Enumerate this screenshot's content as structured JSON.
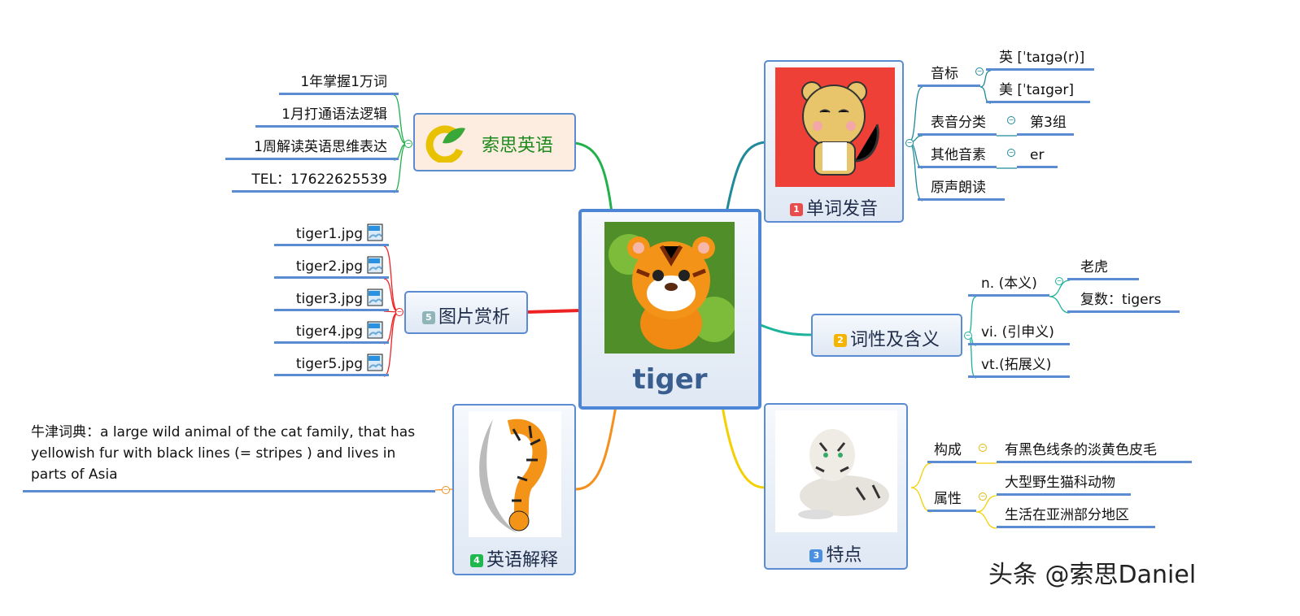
{
  "central": {
    "title": "tiger",
    "image": "cartoon-tiger-in-jungle"
  },
  "brand_node": {
    "label": "索思英语",
    "logo": "suosi-logo",
    "items": [
      "1年掌握1万词",
      "1月打通语法逻辑",
      "1周解读英语思维表达",
      "TEL：17622625539"
    ]
  },
  "topics": [
    {
      "number": "1",
      "label": "单词发音",
      "badge_color": "#e84c4c",
      "children": {
        "phonetic": {
          "label": "音标",
          "values": [
            "英 [ˈtaɪgə(r)]",
            "美 [ˈtaɪgər]"
          ]
        },
        "category": {
          "label": "表音分类",
          "value": "第3组"
        },
        "other": {
          "label": "其他音素",
          "value": "er"
        },
        "audio": {
          "label": "原声朗读"
        }
      }
    },
    {
      "number": "2",
      "label": "词性及含义",
      "badge_color": "#f5b400",
      "children": {
        "noun": {
          "label": "n. (本义)",
          "values": [
            "老虎",
            "复数：tigers"
          ]
        },
        "vi": {
          "label": "vi. (引申义)"
        },
        "vt": {
          "label": "vt.(拓展义)"
        }
      }
    },
    {
      "number": "3",
      "label": "特点",
      "badge_color": "#4a8fe0",
      "children": {
        "composition": {
          "label": "构成",
          "values": [
            "有黑色线条的淡黄色皮毛"
          ]
        },
        "attribute": {
          "label": "属性",
          "values": [
            "大型野生猫科动物",
            "生活在亚洲部分地区"
          ]
        }
      }
    },
    {
      "number": "4",
      "label": "英语解释",
      "badge_color": "#1fb84e",
      "definition": "牛津词典：a large wild animal of the cat family, that has yellowish fur with black lines (= stripes ) and lives in parts of Asia"
    },
    {
      "number": "5",
      "label": "图片赏析",
      "badge_color": "#8fb5b8",
      "files": [
        "tiger1.jpg",
        "tiger2.jpg",
        "tiger3.jpg",
        "tiger4.jpg",
        "tiger5.jpg"
      ],
      "file_icon": "jpg-file-icon"
    }
  ],
  "colors": {
    "leaf_underline": "#5b8bd0",
    "node_border": "#5b8bd0"
  },
  "watermark": "头条 @索思Daniel"
}
